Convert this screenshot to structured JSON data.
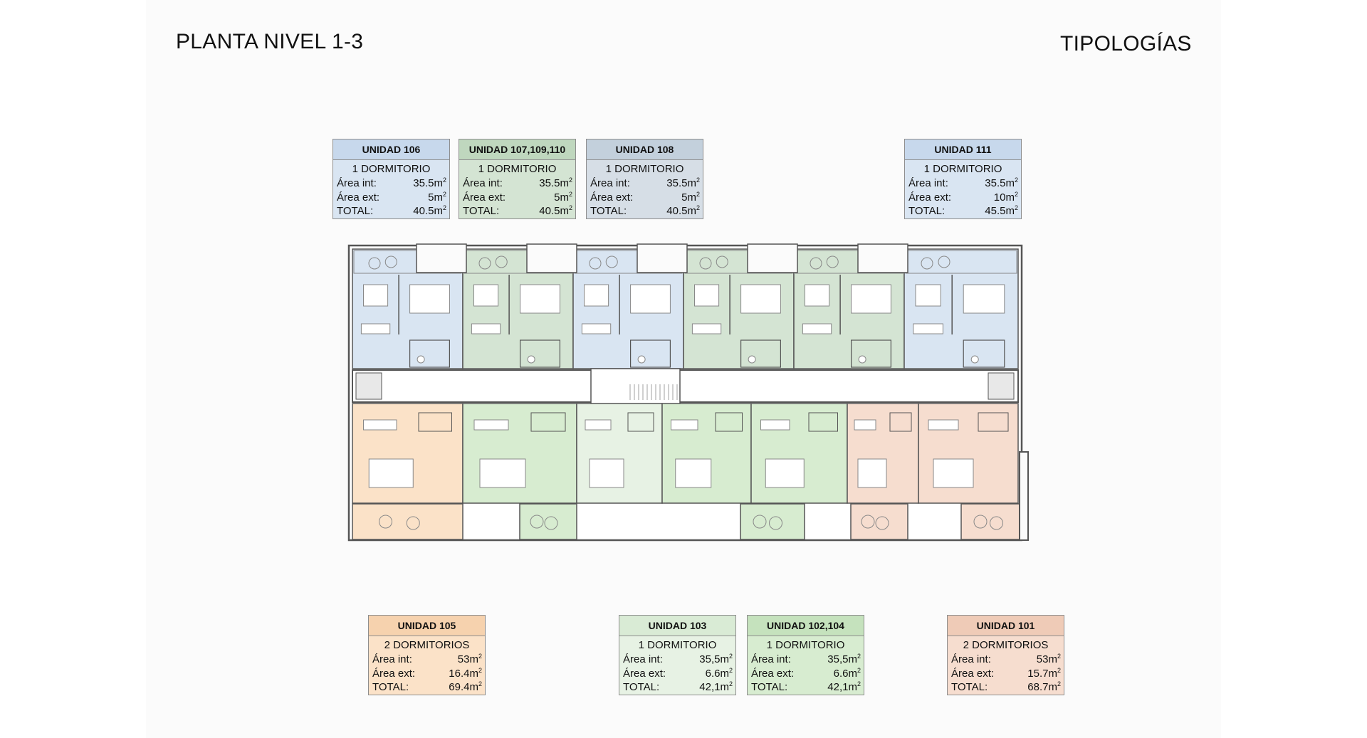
{
  "header": {
    "left_title": "PLANTA NIVEL 1-3",
    "right_title": "TIPOLOGÍAS"
  },
  "labels": {
    "area_int": "Área int:",
    "area_ext": "Área ext:",
    "total": "TOTAL:"
  },
  "colors": {
    "blue": "#d9e5f2",
    "blue_header": "#c7d8ec",
    "green": "#d4e4d3",
    "green_header": "#bfd7be",
    "slate": "#d6dee6",
    "slate_header": "#c3d0dc",
    "orange": "#fbe2c8",
    "orange_header": "#f6d2ae",
    "pale_green": "#e7f2e4",
    "pale_green_header": "#d9ebd5",
    "light_green": "#d7ecd0",
    "light_green_header": "#c5e2bd",
    "peach": "#f6ddcf",
    "peach_header": "#efcbb7",
    "corridor": "#ffffff"
  },
  "units_top": [
    {
      "id": "u106",
      "title": "UNIDAD 106",
      "type": "1 DORMITORIO",
      "int": "35.5m",
      "ext": "5m",
      "total": "40.5m"
    },
    {
      "id": "u107",
      "title": "UNIDAD 107,109,110",
      "type": "1 DORMITORIO",
      "int": "35.5m",
      "ext": "5m",
      "total": "40.5m"
    },
    {
      "id": "u108",
      "title": "UNIDAD 108",
      "type": "1 DORMITORIO",
      "int": "35.5m",
      "ext": "5m",
      "total": "40.5m"
    },
    {
      "id": "u111",
      "title": "UNIDAD 111",
      "type": "1 DORMITORIO",
      "int": "35.5m",
      "ext": "10m",
      "total": "45.5m"
    }
  ],
  "units_bottom": [
    {
      "id": "u105",
      "title": "UNIDAD 105",
      "type": "2 DORMITORIOS",
      "int": "53m",
      "ext": "16.4m",
      "total": "69.4m"
    },
    {
      "id": "u103",
      "title": "UNIDAD 103",
      "type": "1 DORMITORIO",
      "int": "35,5m",
      "ext": "6.6m",
      "total": "42,1m"
    },
    {
      "id": "u102",
      "title": "UNIDAD 102,104",
      "type": "1 DORMITORIO",
      "int": "35,5m",
      "ext": "6.6m",
      "total": "42,1m"
    },
    {
      "id": "u101",
      "title": "UNIDAD 101",
      "type": "2 DORMITORIOS",
      "int": "53m",
      "ext": "15.7m",
      "total": "68.7m"
    }
  ]
}
